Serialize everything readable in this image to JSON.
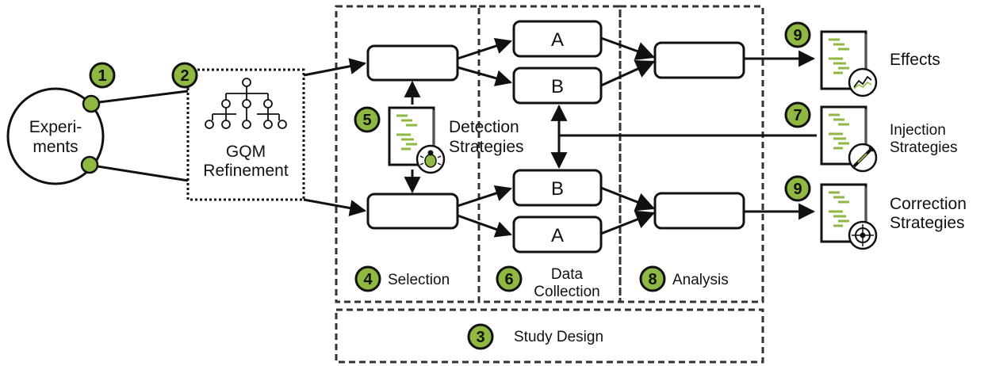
{
  "colors": {
    "badge_fill": "#8fb843",
    "accent_green": "#8fb843",
    "stroke": "#111111",
    "dashed": "#444444",
    "bug_green": "#8fb843"
  },
  "experiments": {
    "line1": "Experi-",
    "line2": "ments"
  },
  "gqm": {
    "line1": "GQM",
    "line2": "Refinement"
  },
  "phases": {
    "selection": "Selection",
    "data_collection_line1": "Data",
    "data_collection_line2": "Collection",
    "analysis": "Analysis",
    "study_design": "Study Design"
  },
  "groups": {
    "group_a": "A",
    "group_b": "B"
  },
  "detection": {
    "line1": "Detection",
    "line2": "Strategies"
  },
  "outputs": {
    "effects": "Effects",
    "injection_line1": "Injection",
    "injection_line2": "Strategies",
    "correction_line1": "Correction",
    "correction_line2": "Strategies"
  },
  "badges": {
    "b1": "1",
    "b2": "2",
    "b3": "3",
    "b4": "4",
    "b5": "5",
    "b6": "6",
    "b7": "7",
    "b8": "8",
    "b9a": "9",
    "b9b": "9"
  },
  "icons": {
    "tree": "hierarchy-tree-icon",
    "bug_doc": "document-bug-icon",
    "effects_doc": "document-chart-icon",
    "injection_doc": "document-syringe-icon",
    "correction_doc": "document-target-icon"
  }
}
